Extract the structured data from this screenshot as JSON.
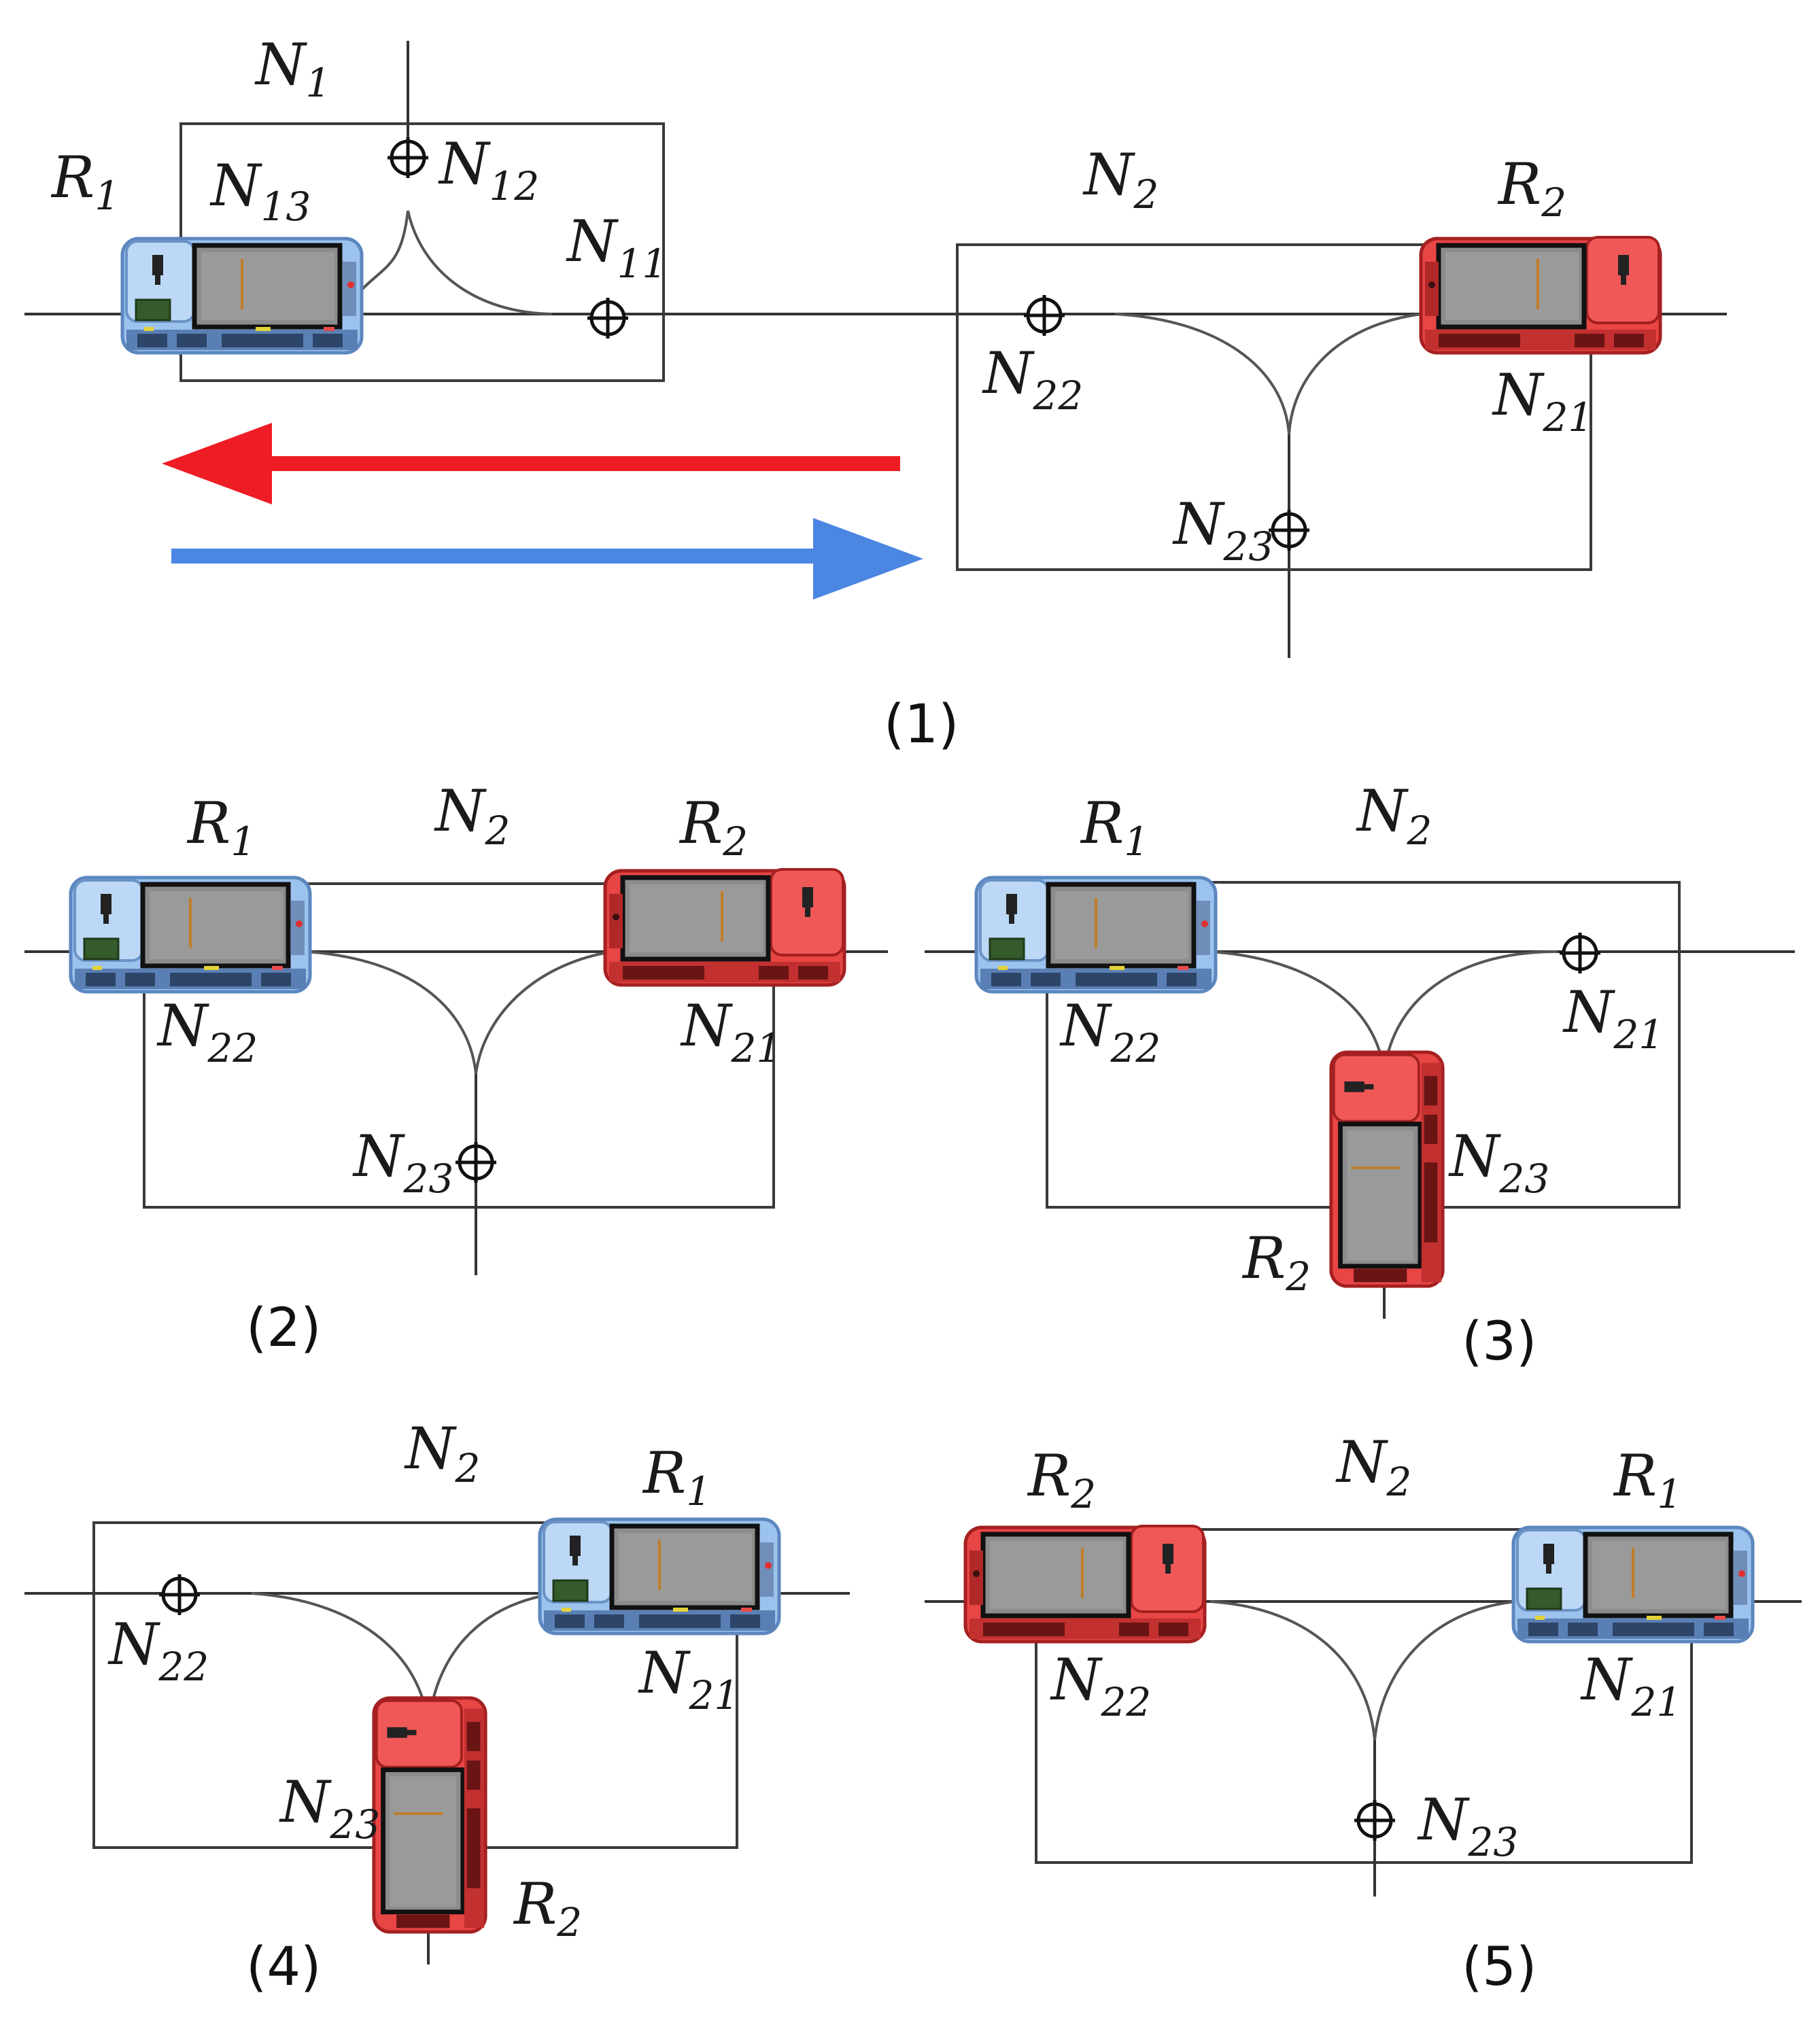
{
  "colors": {
    "robot_blue": "#a9cdf3",
    "robot_red": "#ee4b4b",
    "arrow_red": "#ee1c24",
    "arrow_blue": "#4a86e2",
    "line": "#333333"
  },
  "panels": [
    {
      "caption": "(1)",
      "labels": {
        "N1": [
          "N",
          "1"
        ],
        "N11": [
          "N",
          "11"
        ],
        "N12": [
          "N",
          "12"
        ],
        "N13": [
          "N",
          "13"
        ],
        "R1": [
          "R",
          "1"
        ],
        "N2": [
          "N",
          "2"
        ],
        "N21": [
          "N",
          "21"
        ],
        "N22": [
          "N",
          "22"
        ],
        "N23": [
          "N",
          "23"
        ],
        "R2": [
          "R",
          "2"
        ]
      },
      "arrows": [
        {
          "direction": "left",
          "color": "red"
        },
        {
          "direction": "right",
          "color": "blue"
        }
      ]
    },
    {
      "caption": "(2)",
      "labels": {
        "R1": [
          "R",
          "1"
        ],
        "N2": [
          "N",
          "2"
        ],
        "R2": [
          "R",
          "2"
        ],
        "N22": [
          "N",
          "22"
        ],
        "N21": [
          "N",
          "21"
        ],
        "N23": [
          "N",
          "23"
        ]
      }
    },
    {
      "caption": "(3)",
      "labels": {
        "R1": [
          "R",
          "1"
        ],
        "N2": [
          "N",
          "2"
        ],
        "N21": [
          "N",
          "21"
        ],
        "N22": [
          "N",
          "22"
        ],
        "N23": [
          "N",
          "23"
        ],
        "R2": [
          "R",
          "2"
        ]
      }
    },
    {
      "caption": "(4)",
      "labels": {
        "N2": [
          "N",
          "2"
        ],
        "R1": [
          "R",
          "1"
        ],
        "N22": [
          "N",
          "22"
        ],
        "N21": [
          "N",
          "21"
        ],
        "N23": [
          "N",
          "23"
        ],
        "R2": [
          "R",
          "2"
        ]
      }
    },
    {
      "caption": "(5)",
      "labels": {
        "R2": [
          "R",
          "2"
        ],
        "N2": [
          "N",
          "2"
        ],
        "R1": [
          "R",
          "1"
        ],
        "N22": [
          "N",
          "22"
        ],
        "N21": [
          "N",
          "21"
        ],
        "N23": [
          "N",
          "23"
        ]
      }
    }
  ]
}
